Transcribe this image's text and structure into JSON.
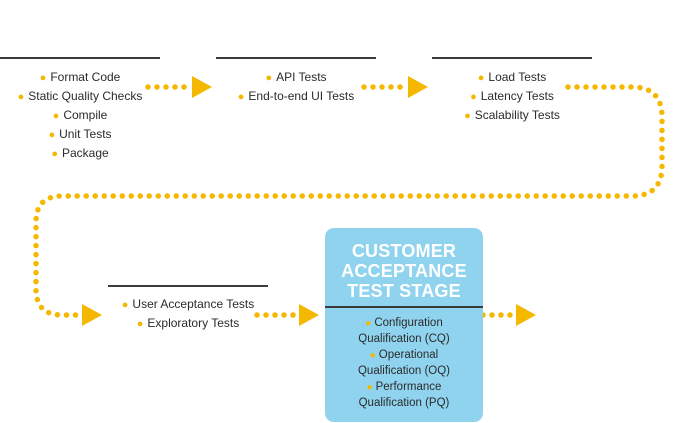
{
  "stages": [
    {
      "items": [
        "Format Code",
        "Static Quality Checks",
        "Compile",
        "Unit Tests",
        "Package"
      ]
    },
    {
      "items": [
        "API Tests",
        "End-to-end UI Tests"
      ]
    },
    {
      "items": [
        "Load Tests",
        "Latency Tests",
        "Scalability Tests"
      ]
    },
    {
      "items": [
        "User Acceptance Tests",
        "Exploratory Tests"
      ]
    }
  ],
  "customer_stage": {
    "title": "CUSTOMER\nACCEPTANCE\nTEST STAGE",
    "items": [
      {
        "line1": "Configuration",
        "line2": "Qualification (CQ)"
      },
      {
        "line1": "Operational",
        "line2": "Qualification (OQ)"
      },
      {
        "line1": "Performance",
        "line2": "Qualification (PQ)"
      }
    ]
  },
  "colors": {
    "accent": "#f5b800",
    "card": "#8fd3ef",
    "rule": "#3a3a3a",
    "text": "#2b2b2b"
  }
}
